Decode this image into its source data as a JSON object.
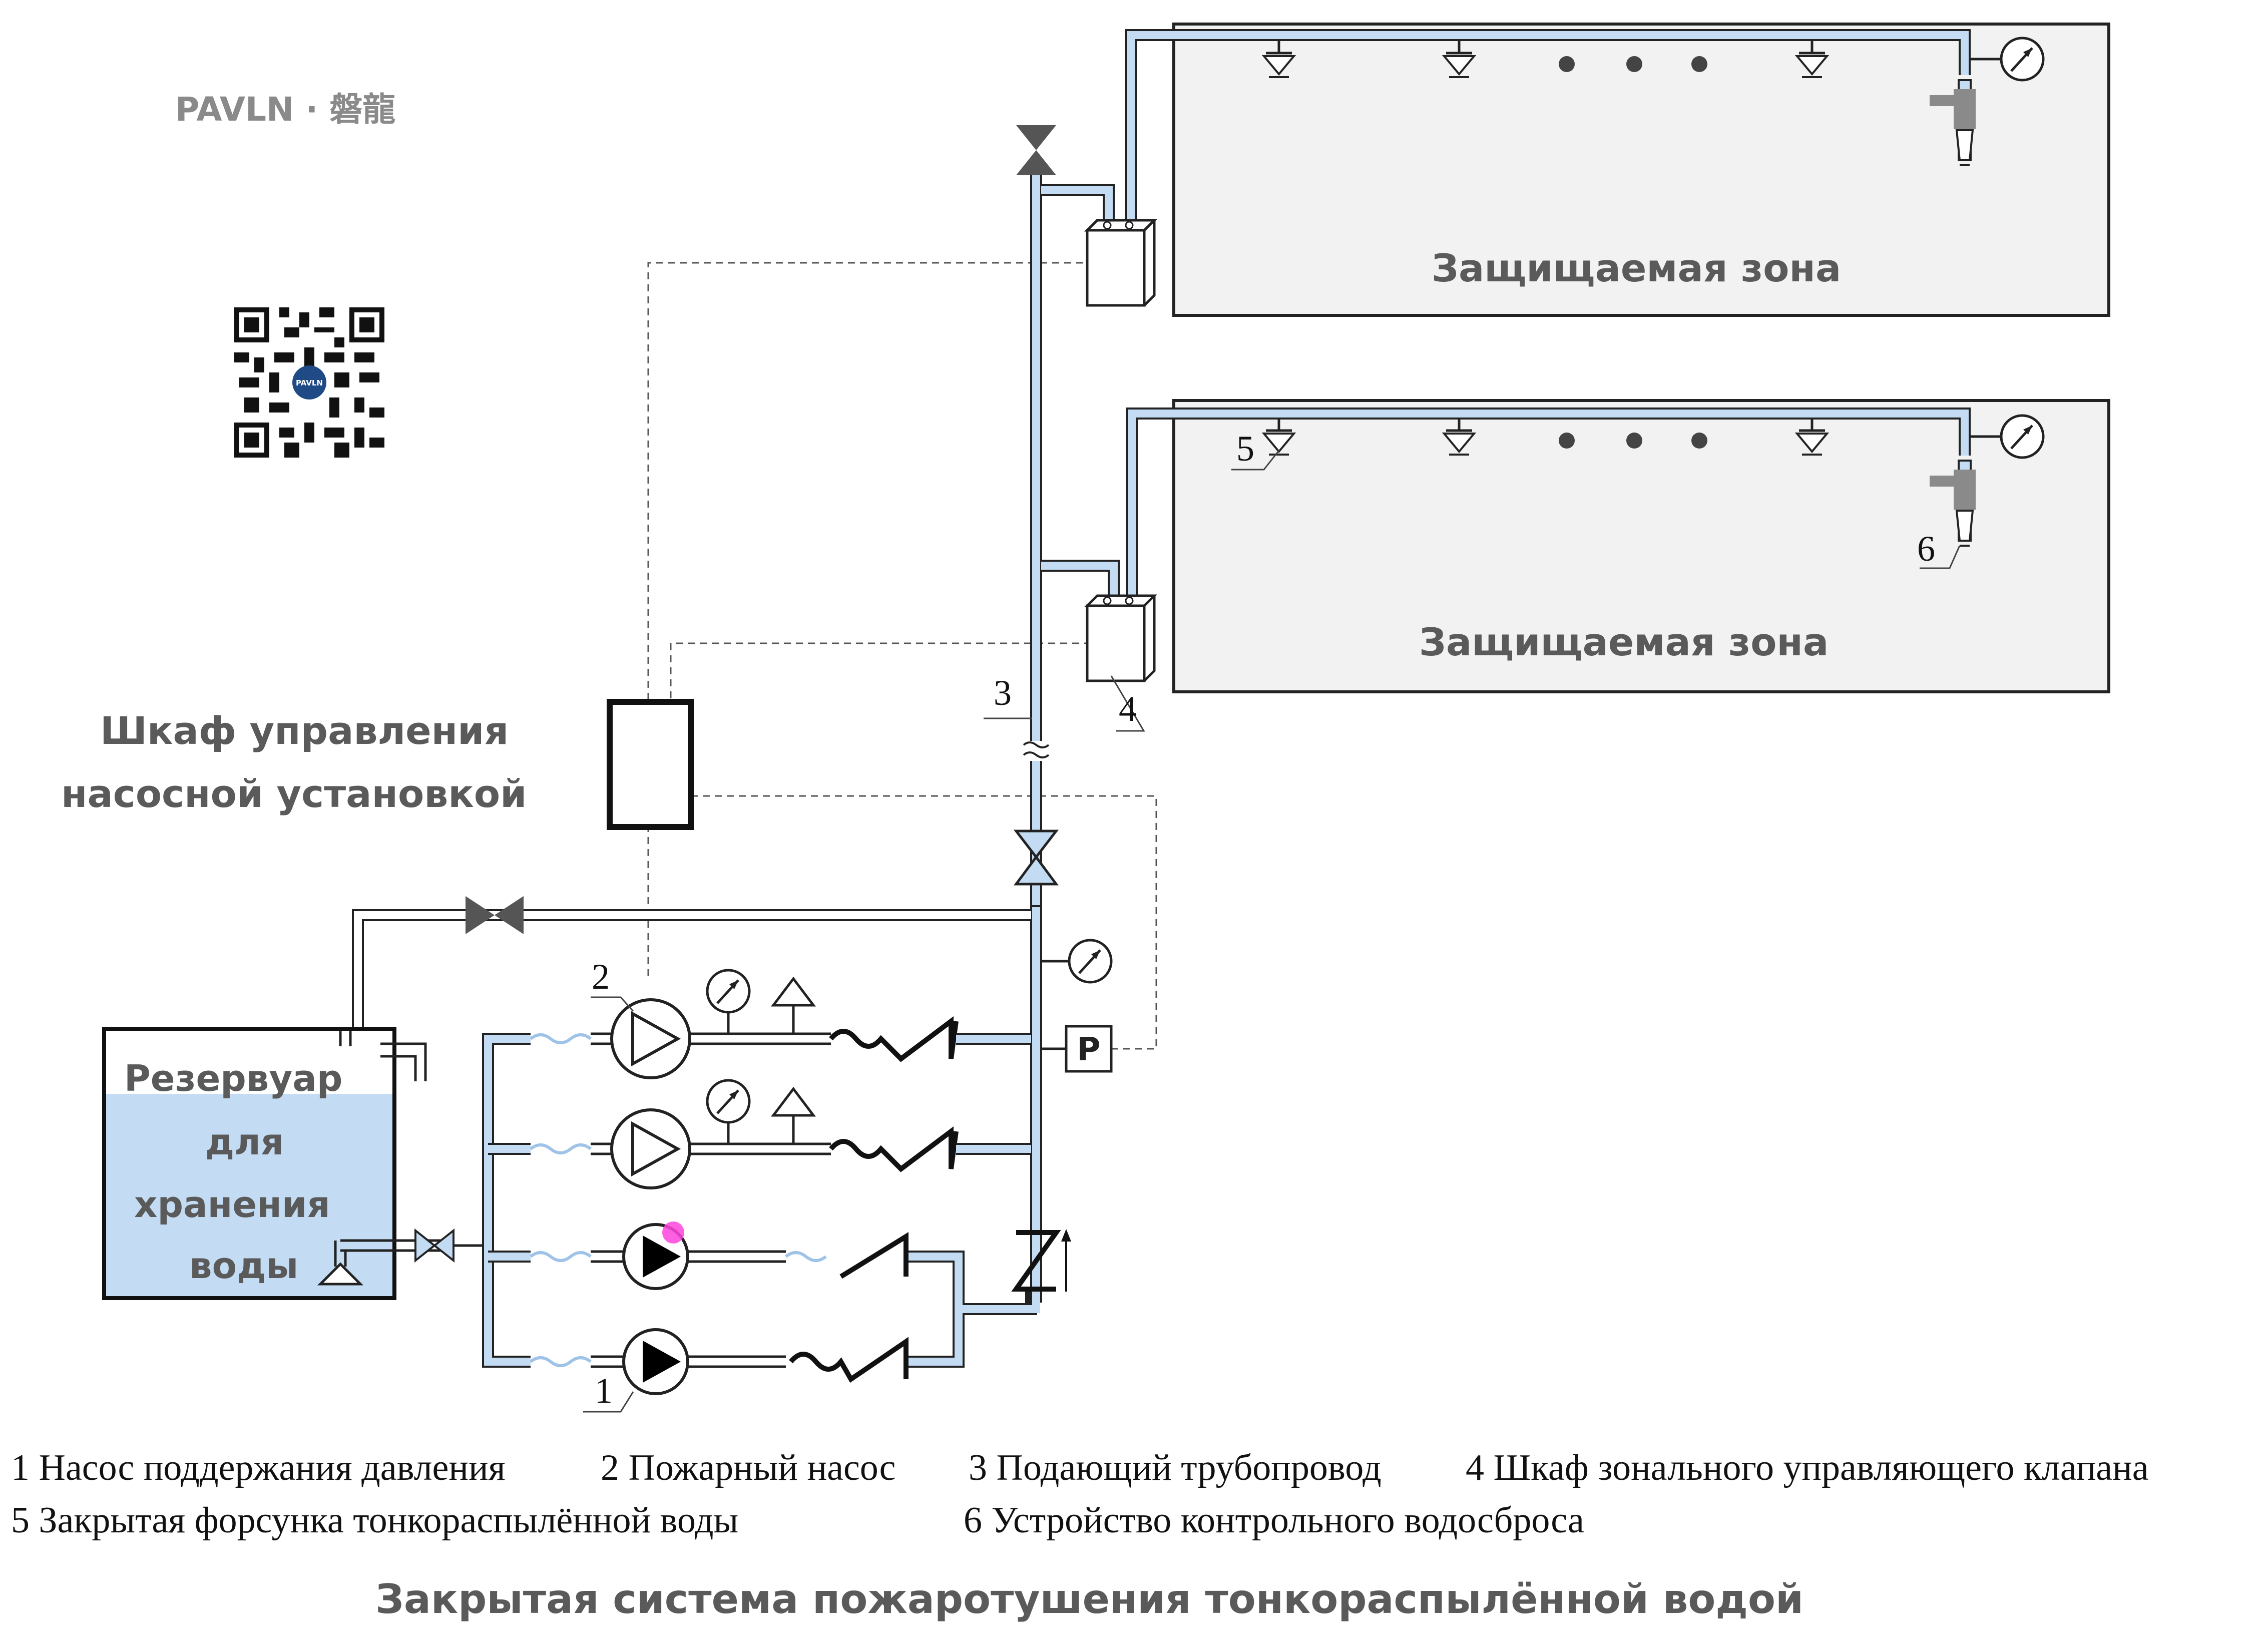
{
  "brand": {
    "logo_text": "PAVLN · 磐龍"
  },
  "labels": {
    "zone_top": "Защищаемая зона",
    "zone_bottom": "Защищаемая зона",
    "control_cabinet": [
      "Шкаф управления",
      "насосной установкой"
    ],
    "reservoir": [
      "Резервуар",
      "для",
      "хранения",
      "воды"
    ],
    "pressure_switch": "P"
  },
  "callouts": [
    "1",
    "2",
    "3",
    "4",
    "5",
    "6"
  ],
  "legend": {
    "row1": [
      "1 Насос поддержания давления",
      "2 Пожарный насос",
      "3 Подающий трубопровод",
      "4 Шкаф зонального управляющего клапана"
    ],
    "row2": [
      "5 Закрытая форсунка тонкораспылённой воды",
      "6 Устройство контрольного водосброса"
    ]
  },
  "caption": "Закрытая система пожаротушения тонкораспылённой водой",
  "colors": {
    "water": "#c3dcf3",
    "pipe_outline": "#222222",
    "zone_fill": "#f2f2f2",
    "label_gray": "#5a5a5a",
    "valve_gray": "#555555",
    "marker": "#ff44dd"
  }
}
